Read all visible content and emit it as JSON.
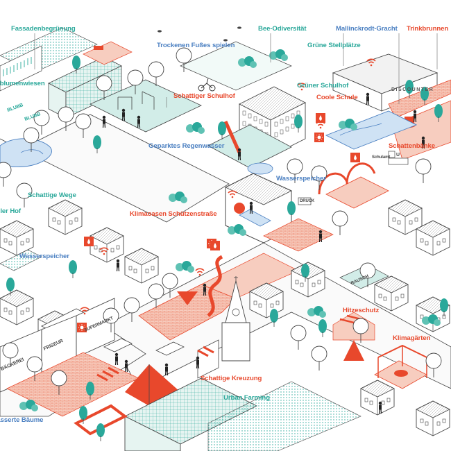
{
  "labels": {
    "fassadenbegruenung": "Fassadenbegrünung",
    "bee_odiversitaet": "Bee-Odiversität",
    "mallinckrodt_gracht": "Mallinckrodt-Gracht",
    "trinkbrunnen": "Trinkbrunnen",
    "trockenen_fusses_spielen": "Trockenen Fußes spielen",
    "gruene_stellplaetze": "Grüne Stellplätze",
    "wildblumenwiesen": "Wildblumenwiesen",
    "gruener_schulhof": "Grüner Schulhof",
    "schattiger_schulhof": "Schattiger Schulhof",
    "coole_schule": "Coole Schule",
    "geparktes_regenwasser": "Geparktes Regenwasser",
    "schattenbaenke": "Schattenbänke",
    "wasserspeicher_top": "Wasserspeicher",
    "schattige_wege": "Schattige Wege",
    "kuehler_hof": "Kühler Hof",
    "klimaoasen": "Klimaoasen Schützenstraße",
    "wasserspeicher_left": "Wasserspeicher",
    "hitzeschutz": "Hitzeschutz",
    "klimagaerten": "Klimagärten",
    "schattige_kreuzung": "Schattige Kreuzung",
    "urban_farming": "Urban Farming",
    "bewaesserte_baeume": "Bewässerte Bäume"
  },
  "signs": {
    "discounter": "DISCOUNTER",
    "supermarkt": "SUPERMARKT",
    "friseur": "FRISEUR",
    "baeckerei": "BÄCKEREI",
    "druck": "DRUCK",
    "rausch": "RAUSCH",
    "schulamt": "Schulamt",
    "u_bahn": "U",
    "blubb1": "BLUBB",
    "blubb2": "BLUBB"
  },
  "colors": {
    "teal": "#2aa89a",
    "blue": "#4a7fc1",
    "orange": "#e8482c",
    "light_teal": "#d2ede8",
    "salmon": "#f7cdbf",
    "line": "#444444"
  },
  "icons": [
    "drop-icon",
    "sun-icon",
    "wifi-icon",
    "tree-icon",
    "bench-icon"
  ]
}
